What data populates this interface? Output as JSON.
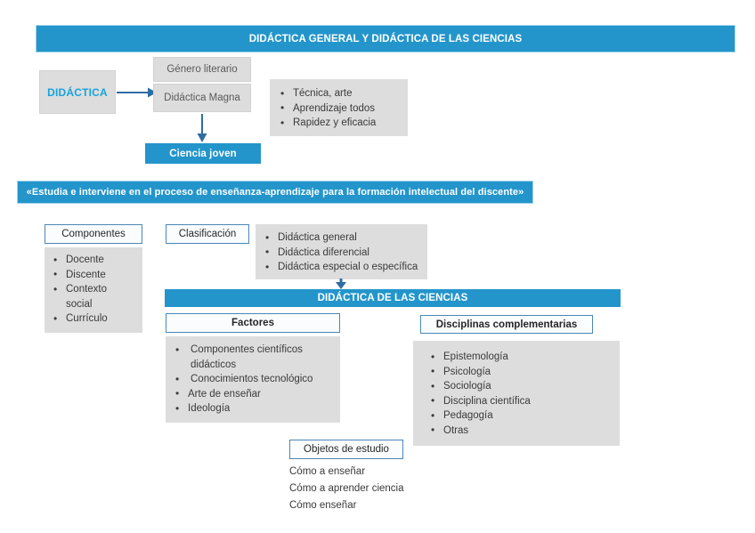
{
  "colors": {
    "banner_blue": "#2395CB",
    "accent_text_blue": "#19A3DC",
    "box_border_blue": "#4A87B8",
    "grey_fill": "#DDDDDD",
    "body_text": "#3A3A3A",
    "arrow_blue": "#2E6DA4"
  },
  "header": {
    "title": "DIDÁCTICA GENERAL Y DIDÁCTICA DE LAS CIENCIAS"
  },
  "origin": {
    "concept_label": "DIDÁCTICA",
    "senses": [
      {
        "label": "Género literario"
      },
      {
        "label": "Didáctica Magna"
      }
    ],
    "traits": [
      "Técnica, arte",
      "Aprendizaje todos",
      "Rapidez y eficacia"
    ],
    "result_banner": "Ciencia joven"
  },
  "definition": {
    "quote": "«Estudia e interviene en el proceso de enseñanza-aprendizaje para la formación intelectual del discente»"
  },
  "componentes": {
    "title": "Componentes",
    "items": [
      {
        "text": "Docente",
        "continuation": false
      },
      {
        "text": "Discente",
        "continuation": false
      },
      {
        "text": "Contexto",
        "continuation": false
      },
      {
        "text": "social",
        "continuation": true
      },
      {
        "text": "Currículo",
        "continuation": false
      }
    ]
  },
  "clasificacion": {
    "title": "Clasificación",
    "items": [
      "Didáctica general",
      "Didáctica diferencial",
      "Didáctica especial o específica"
    ]
  },
  "ciencias": {
    "banner": "DIDÁCTICA DE LAS CIENCIAS"
  },
  "factores": {
    "title": "Factores",
    "items": [
      {
        "text": "Componentes científicos",
        "continuation": false
      },
      {
        "text": "didácticos",
        "continuation": true
      },
      {
        "text": "Conocimientos tecnológico",
        "continuation": false
      },
      {
        "text": "Arte de enseñar",
        "continuation": false
      },
      {
        "text": "Ideología",
        "continuation": false
      }
    ]
  },
  "disciplinas": {
    "title": "Disciplinas complementarias",
    "items": [
      "Epistemología",
      "Psicología",
      "Sociología",
      "Disciplina científica",
      "Pedagogía",
      "Otras"
    ]
  },
  "objetos": {
    "title": "Objetos de estudio",
    "lines": [
      "Cómo a enseñar",
      "Cómo a aprender ciencia",
      "Cómo enseñar"
    ]
  }
}
